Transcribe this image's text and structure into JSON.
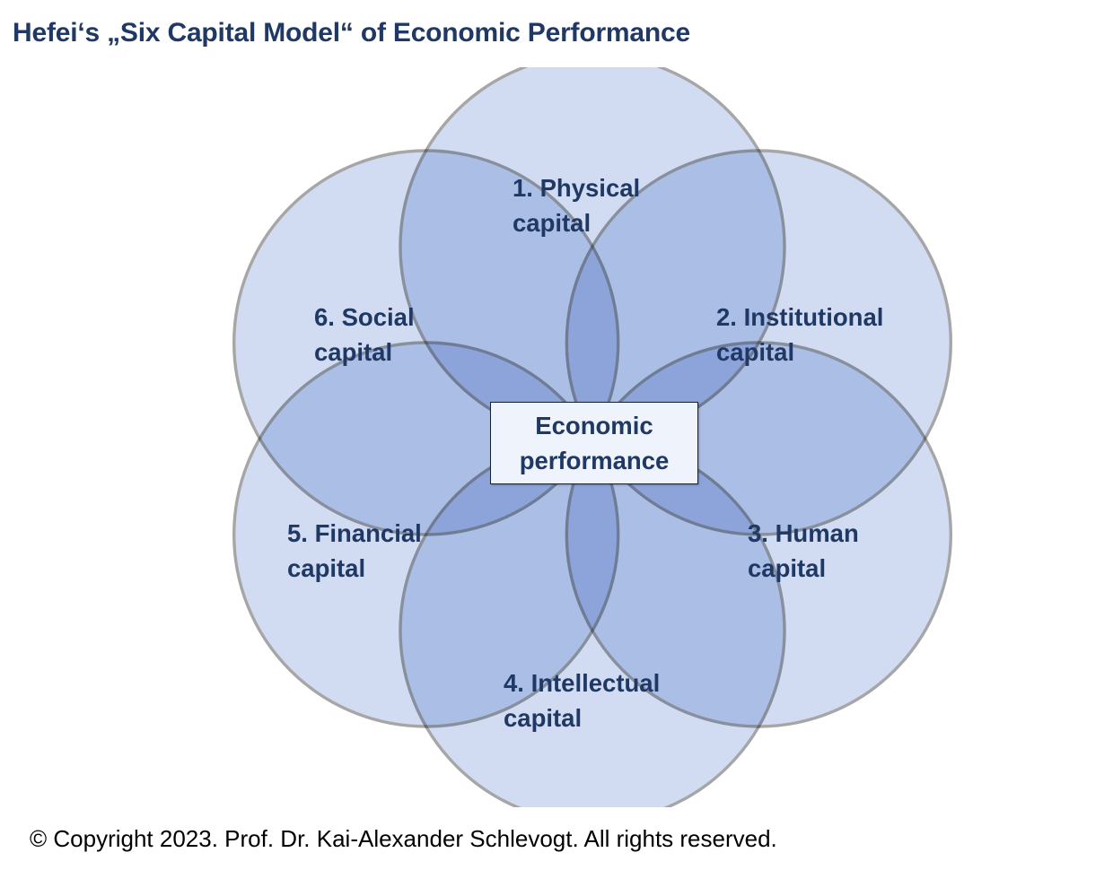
{
  "slide": {
    "title": "Hefei‘s „Six Capital Model“ of Economic Performance",
    "copyright": "© Copyright 2023. Prof. Dr. Kai-Alexander Schlevogt. All rights reserved."
  },
  "diagram": {
    "type": "venn-flower",
    "center_label": "Economic\nperformance",
    "petals": [
      {
        "id": "physical",
        "number": "1.",
        "name": "Physical",
        "label": "1. Physical\ncapital"
      },
      {
        "id": "institutional",
        "number": "2.",
        "name": "Institutional",
        "label": "2. Institutional\ncapital"
      },
      {
        "id": "human",
        "number": "3.",
        "name": "Human",
        "label": "3. Human\ncapital"
      },
      {
        "id": "intellectual",
        "number": "4.",
        "name": "Intellectual",
        "label": "4. Intellectual\ncapital"
      },
      {
        "id": "financial",
        "number": "5.",
        "name": "Financial",
        "label": "5. Financial\ncapital"
      },
      {
        "id": "social",
        "number": "6.",
        "name": "Social",
        "label": "6. Social\ncapital"
      }
    ]
  },
  "colors": {
    "title_text": "#1f3864",
    "label_text": "#1f3864",
    "circle_fill": "#c9d6f0",
    "circle_stroke": "#a6a6a6",
    "center_box_fill": "#eef3fc",
    "center_box_border": "#17232e",
    "page_background": "#ffffff",
    "footer_text": "#000000"
  }
}
